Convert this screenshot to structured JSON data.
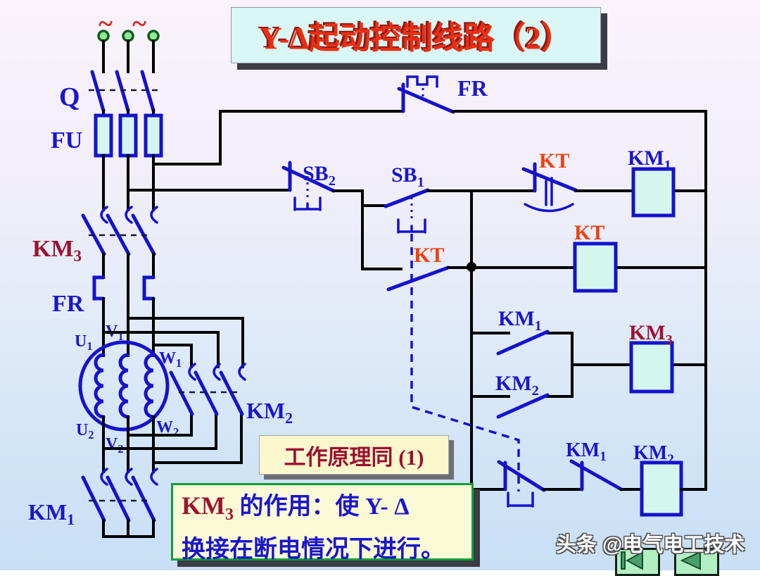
{
  "title": {
    "text": "Y-Δ起动控制线路（2）"
  },
  "supply": {
    "tilde": "~"
  },
  "labels": {
    "q": {
      "main": "Q"
    },
    "fu": {
      "main": "FU"
    },
    "km3_power": {
      "main": "KM",
      "sub": "3"
    },
    "fr_left": {
      "main": "FR"
    },
    "u1": {
      "main": "U",
      "sub": "1"
    },
    "v1": {
      "main": "V",
      "sub": "1"
    },
    "w1": {
      "main": "W",
      "sub": "1"
    },
    "u2": {
      "main": "U",
      "sub": "2"
    },
    "v2": {
      "main": "V",
      "sub": "2"
    },
    "w2": {
      "main": "W",
      "sub": "2"
    },
    "km2_power": {
      "main": "KM",
      "sub": "2"
    },
    "km1_power": {
      "main": "KM",
      "sub": "1"
    },
    "fr_top": {
      "main": "FR"
    },
    "sb2": {
      "main": "SB",
      "sub": "2"
    },
    "sb1": {
      "main": "SB",
      "sub": "1"
    },
    "kt_top": {
      "main": "KT"
    },
    "km1_coil": {
      "main": "KM",
      "sub": "1"
    },
    "kt_coil": {
      "main": "KT"
    },
    "kt_mid": {
      "main": "KT"
    },
    "km1_aux": {
      "main": "KM",
      "sub": "1"
    },
    "km2_aux": {
      "main": "KM",
      "sub": "2"
    },
    "km3_coil": {
      "main": "KM",
      "sub": "3"
    },
    "km1_nc": {
      "main": "KM",
      "sub": "1"
    },
    "km2_coil": {
      "main": "KM",
      "sub": "2"
    }
  },
  "notes": {
    "principle": "工作原理同 (1)",
    "km3_role_prefix": "KM",
    "km3_role_sub": "3",
    "km3_role_line1_rest": " 的作用：使 Y- Δ",
    "km3_role_line2": "换接在断电情况下进行。"
  },
  "watermark": "头条 @电气电工技术",
  "nav": {
    "first_icon": "skip-to-start-icon",
    "back_icon": "step-back-icon"
  },
  "colors": {
    "wire": "#000000",
    "symbol_blue": "#1512cd",
    "label_blue": "#1a16cc",
    "label_dark_red": "#9c1430",
    "label_orange_red": "#ee4012",
    "title_red": "#ea2e12",
    "title_box_fill": "#d8f7f5",
    "coil_fill": "#d5f6ef",
    "note_yellow": "#fbfad6",
    "note_green_border": "#0a9e3c",
    "terminal_green": "#93e893",
    "nav_green": "#b2f0c4"
  }
}
